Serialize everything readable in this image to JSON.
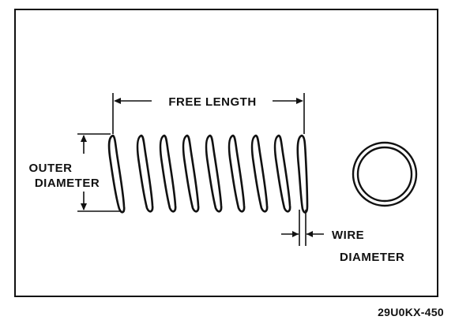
{
  "labels": {
    "free_length": "FREE LENGTH",
    "outer_diameter_line1": "OUTER",
    "outer_diameter_line2": "DIAMETER",
    "wire_diameter_line1": "WIRE",
    "wire_diameter_line2": "DIAMETER"
  },
  "figure_code": "29U0KX-450",
  "colors": {
    "ink": "#111111",
    "background": "#ffffff"
  }
}
